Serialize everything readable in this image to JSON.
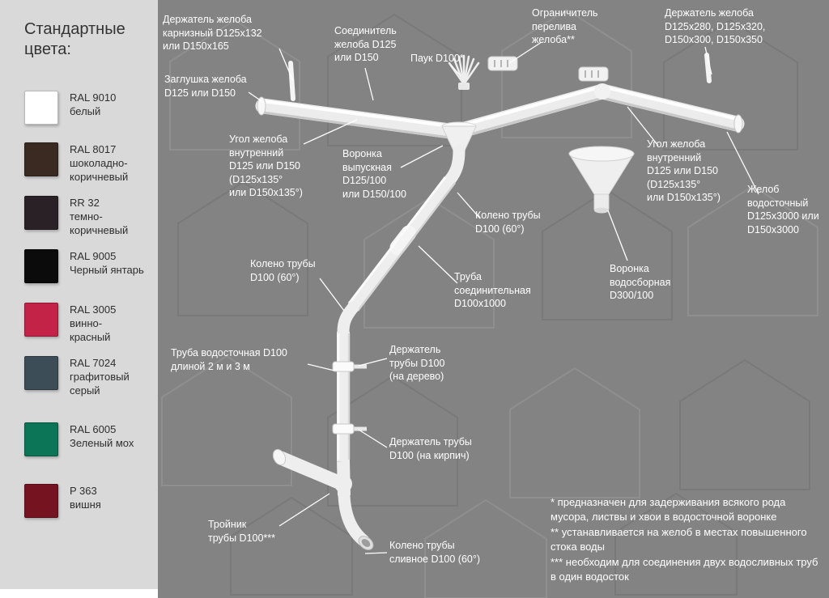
{
  "palette": {
    "sidebar_bg": "#d9d9d9",
    "diagram_bg": "#838383",
    "label_text": "#ffffff",
    "part_color": "#eeeeee"
  },
  "sidebar": {
    "title": "Стандартные\nцвета:",
    "colors": [
      {
        "code": "RAL 9010",
        "name": "белый",
        "hex": "#ffffff"
      },
      {
        "code": "RAL 8017",
        "name": "шоколадно-\nкоричневый",
        "hex": "#3a2a21"
      },
      {
        "code": "RR 32",
        "name": "темно-\nкоричневый",
        "hex": "#2a2126"
      },
      {
        "code": "RAL 9005",
        "name": "Черный янтарь",
        "hex": "#0b0b0b"
      },
      {
        "code": "RAL 3005",
        "name": "винно-\nкрасный",
        "hex": "#c32347"
      },
      {
        "code": "RAL 7024",
        "name": "графитовый\nсерый",
        "hex": "#3d4d58"
      },
      {
        "code": "RAL 6005",
        "name": "Зеленый мох",
        "hex": "#0c7558"
      },
      {
        "code": "P 363",
        "name": "вишня",
        "hex": "#761320"
      }
    ]
  },
  "diagram": {
    "labels": {
      "cornice_holder": {
        "text": "Держатель желоба\nкарнизный D125x132\nили D150x165"
      },
      "connector": {
        "text": "Соединитель\nжелоба D125\nили D150"
      },
      "spider": {
        "text": "Паук D100*"
      },
      "overflow_limiter": {
        "text": "Ограничитель\nперелива\nжелоба**"
      },
      "gutter_holder": {
        "text": "Держатель желоба\nD125x280, D125x320,\nD150x300, D150x350"
      },
      "end_cap": {
        "text": "Заглушка желоба\nD125 или D150"
      },
      "corner_left": {
        "text": "Угол желоба\nвнутренний\nD125 или D150\n(D125x135°\nили D150x135°)"
      },
      "outlet_funnel": {
        "text": "Воронка\nвыпускная\nD125/100\nили D150/100"
      },
      "corner_right": {
        "text": "Угол желоба\nвнутренний\nD125 или D150\n(D125x135°\nили D150x135°)"
      },
      "gutter": {
        "text": "Желоб\nводосточный\nD125x3000 или\nD150x3000"
      },
      "elbow_upper": {
        "text": "Колено трубы\nD100 (60°)"
      },
      "elbow_lower": {
        "text": "Колено трубы\nD100 (60°)"
      },
      "connecting_pipe": {
        "text": "Труба\nсоединительная\nD100x1000"
      },
      "collecting_funnel": {
        "text": "Воронка\nводосборная\nD300/100"
      },
      "downpipe": {
        "text": "Труба водосточная D100\nдлиной 2 м и 3 м"
      },
      "holder_wood": {
        "text": "Держатель\nтрубы D100\n(на дерево)"
      },
      "holder_brick": {
        "text": "Держатель трубы\nD100 (на кирпич)"
      },
      "tee": {
        "text": "Тройник\nтрубы D100***"
      },
      "drain_elbow": {
        "text": "Колено трубы\nсливное D100 (60°)"
      }
    },
    "footnotes": [
      "* предназначен для задерживания всякого рода мусора, листвы и хвои в водосточной воронке",
      "** устанавливается на желоб в местах повышенного стока воды",
      "*** необходим для соединения двух водосливных труб в один водосток"
    ]
  }
}
